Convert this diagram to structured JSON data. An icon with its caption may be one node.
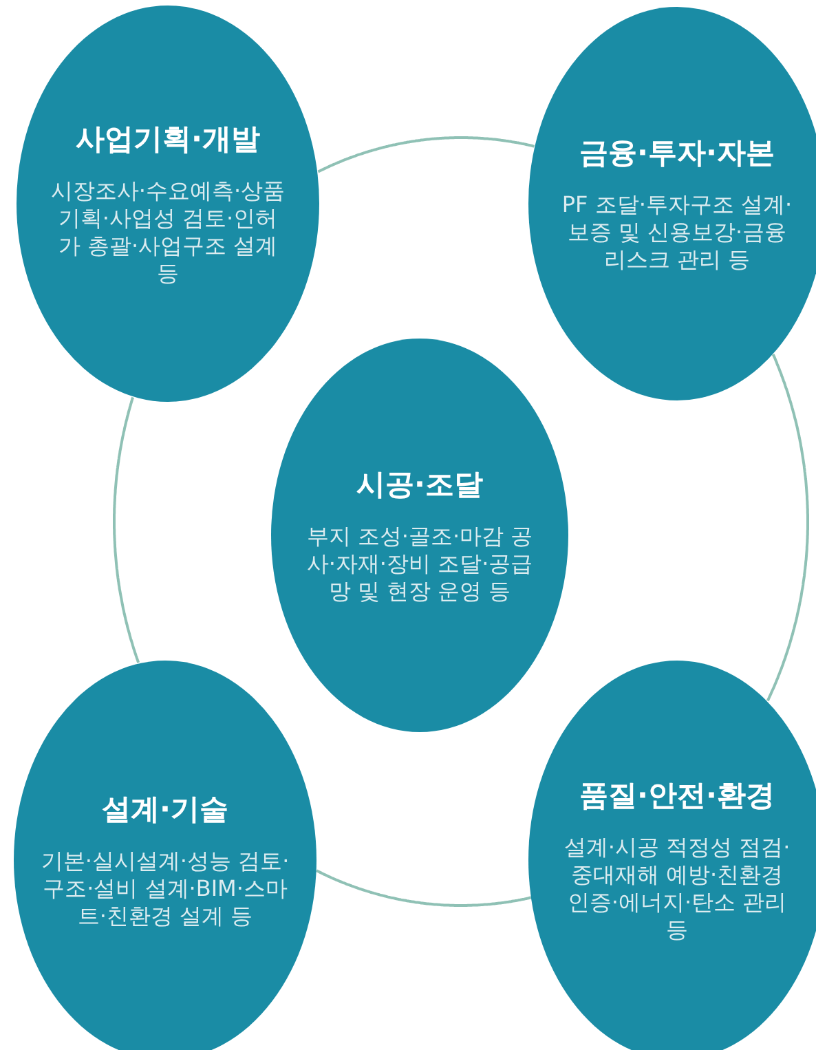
{
  "diagram": {
    "nodes": [
      {
        "text": [
          "사업기획·개발",
          "시장조사·수요예측·상품 기획·사업성 검토·인허가 총괄·사업구조 설계 등"
        ]
      },
      {
        "text": [
          "금융·투자·자본",
          "PF 조달·투자구조 설계·보증 및 신용보강·금융 리스크 관리 등"
        ]
      },
      {
        "text": [
          "시공·조달",
          "부지 조성·골조·마감 공사·자재·장비 조달·공급망 및 현장 운영 등"
        ]
      },
      {
        "text": [
          "설계·기술",
          "기본·실시설계·성능 검토·구조·설비 설계·BIM·스마트·친환경 설계 등"
        ]
      },
      {
        "text": [
          "품질·안전·환경",
          "설계·시공 적정성 점검·중대재해 예방·친환경 인증·에너지·탄소 관리 등"
        ]
      }
    ],
    "edges": [
      {
        "from": 0,
        "to": 1,
        "arrow": "none"
      },
      {
        "from": 1,
        "to": 4,
        "arrow": "none"
      },
      {
        "from": 4,
        "to": 3,
        "arrow": "none"
      },
      {
        "from": 3,
        "to": 0,
        "arrow": "none"
      }
    ]
  }
}
